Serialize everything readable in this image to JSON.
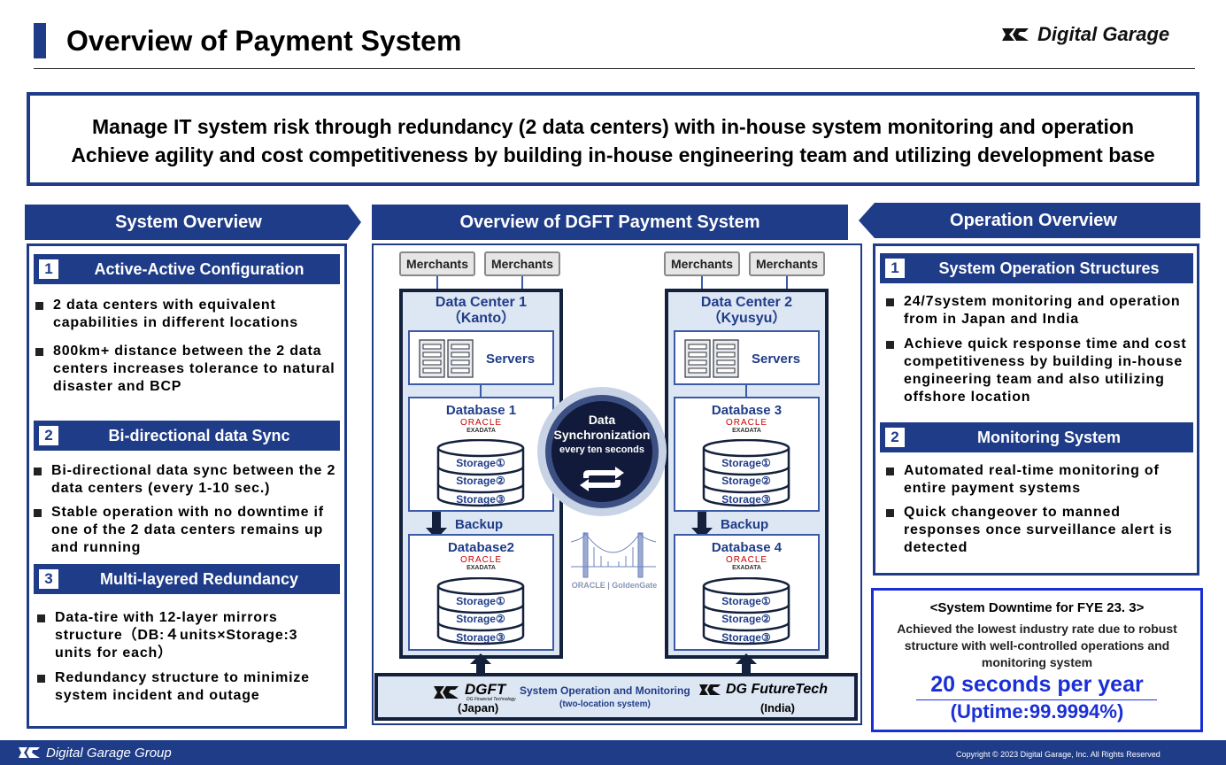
{
  "header": {
    "title": "Overview of Payment System",
    "logo_text": "Digital Garage"
  },
  "mission": {
    "line1": "Manage IT system risk through redundancy (2 data centers) with in-house system monitoring and operation",
    "line2": "Achieve agility and cost competitiveness by building in-house engineering team and utilizing development base"
  },
  "left": {
    "heading": "System Overview",
    "sections": [
      {
        "num": "1",
        "title": "Active-Active Configuration",
        "bullets": [
          "2 data centers with equivalent capabilities in different locations",
          "800km+ distance between the 2 data centers increases tolerance to natural disaster and BCP"
        ]
      },
      {
        "num": "2",
        "title": "Bi-directional data Sync",
        "bullets": [
          "Bi-directional data sync between the 2 data centers (every 1-10 sec.)",
          "Stable operation with no downtime if one of the 2 data centers remains up and running"
        ]
      },
      {
        "num": "3",
        "title": "Multi-layered  Redundancy",
        "bullets": [
          "Data-tire with 12-layer mirrors structure（DB:４units×Storage:3 units for each）",
          "Redundancy structure to minimize system incident and outage"
        ]
      }
    ]
  },
  "center": {
    "heading": "Overview of DGFT Payment System",
    "merchants": "Merchants",
    "dc1": {
      "title": "Data Center 1",
      "loc": "（Kanto）",
      "db_top": "Database 1",
      "db_bottom": "Database2"
    },
    "dc2": {
      "title": "Data Center 2",
      "loc": "（Kyusyu）",
      "db_top": "Database 3",
      "db_bottom": "Database 4"
    },
    "servers": "Servers",
    "oracle": "ORACLE",
    "exadata": "EXADATA",
    "storage": [
      "Storage①",
      "Storage②",
      "Storage③"
    ],
    "backup": "Backup",
    "sync": {
      "line1": "Data",
      "line2": "Synchronization",
      "line3": "every ten seconds"
    },
    "goldengate": "ORACLE | GoldenGate",
    "ops": {
      "dgft": "DGFT",
      "dgft_sub": "DG Financial Technology",
      "dgft_loc": "(Japan)",
      "label": "System Operation and Monitoring",
      "sub": "(two-location system)",
      "futuretech": "DG FutureTech",
      "futuretech_loc": "(India)"
    }
  },
  "right": {
    "heading": "Operation Overview",
    "sections": [
      {
        "num": "1",
        "title": "System Operation Structures",
        "bullets": [
          "24/7system monitoring and operation from in Japan and India",
          "Achieve quick response time and cost competitiveness by building in-house engineering team and also utilizing offshore location"
        ]
      },
      {
        "num": "2",
        "title": "Monitoring System",
        "bullets": [
          "Automated real-time monitoring of entire payment systems",
          "Quick changeover to manned responses once surveillance alert is detected"
        ]
      }
    ],
    "downtime": {
      "title": "<System Downtime for FYE 23. 3>",
      "desc": "Achieved the lowest industry rate due to robust structure with well-controlled operations and monitoring system",
      "big": "20 seconds per year",
      "uptime": "(Uptime:99.9994%)"
    }
  },
  "footer": {
    "group": "Digital Garage Group",
    "copyright": "Copyright © 2023 Digital Garage, Inc. All Rights Reserved"
  },
  "colors": {
    "navy": "#1f3c88",
    "accent_blue": "#1a2fd6"
  }
}
